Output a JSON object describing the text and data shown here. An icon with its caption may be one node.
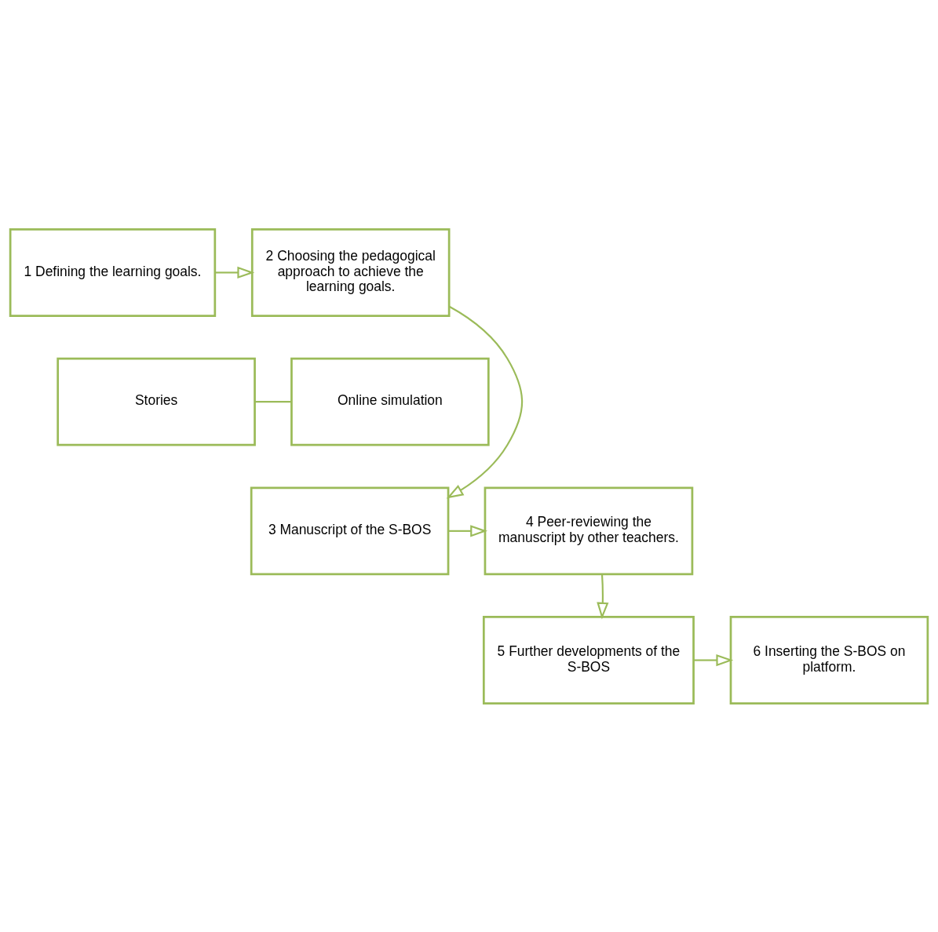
{
  "diagram": {
    "nodes": [
      {
        "text": [
          "1 Defining the learning goals."
        ]
      },
      {
        "text": [
          "2 Choosing the pedagogical approach to achieve the learning goals."
        ]
      },
      {
        "text": [
          "Stories"
        ]
      },
      {
        "text": [
          "Online simulation"
        ]
      },
      {
        "text": [
          "3 Manuscript of the S-BOS"
        ]
      },
      {
        "text": [
          "4 Peer-reviewing the manuscript by other teachers."
        ]
      },
      {
        "text": [
          "5 Further developments of the S-BOS"
        ]
      },
      {
        "text": [
          "6 Inserting the S-BOS on platform."
        ]
      }
    ],
    "edges": [
      {
        "from": 0,
        "to": 1,
        "arrow": "to"
      },
      {
        "from": 2,
        "to": 3,
        "arrow": "none"
      },
      {
        "from": 1,
        "to": 4,
        "arrow": "to"
      },
      {
        "from": 4,
        "to": 5,
        "arrow": "to"
      },
      {
        "from": 5,
        "to": 6,
        "arrow": "to"
      },
      {
        "from": 6,
        "to": 7,
        "arrow": "to"
      }
    ]
  }
}
